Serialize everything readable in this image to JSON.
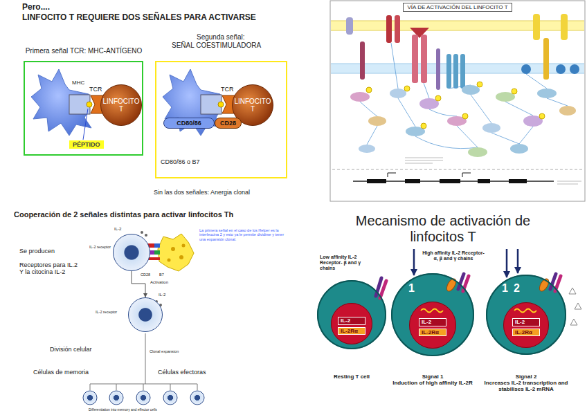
{
  "diagram": {
    "nodes": [
      {
        "text": [
          "Primera señal TCR: MHC-ANTÍGENO"
        ]
      },
      {
        "text": [
          "LINFOCITO T"
        ],
        "in": 0
      },
      {
        "text": [
          "PÉPTIDO"
        ],
        "in": 0
      },
      {
        "text": [
          "Segunda señal:",
          "SEÑAL COESTIMULADORA",
          "CD80/86 o B7"
        ]
      },
      {
        "text": [
          "LINFOCITO T"
        ],
        "in": 3
      },
      {
        "text": [
          "CD80/86"
        ],
        "in": 3
      },
      {
        "text": [
          "CD28"
        ],
        "in": 3
      },
      {
        "text": [
          "VÍA DE ACTIVACIÓN DEL LINFOCITO T"
        ]
      },
      {
        "text": [
          "IL-2",
          "IL-2 receptor"
        ]
      },
      {
        "text": [
          "IL-2",
          "IL-2 receptor"
        ]
      },
      {
        "text": [
          "Resting T cell"
        ]
      },
      {
        "text": [
          "IL-2",
          "IL-2Rα"
        ],
        "in": 10
      },
      {
        "text": [
          "Signal 1",
          "Induction of high affinity IL-2R"
        ]
      },
      {
        "text": [
          "IL-2",
          "IL-2Rα"
        ],
        "in": 12
      },
      {
        "text": [
          "Signal 2",
          "Increases IL-2 transcription and stabilises IL-2 mRNA"
        ]
      },
      {
        "text": [
          "IL-2",
          "IL-2Rα"
        ],
        "in": 14
      }
    ],
    "edges": [
      {
        "from": 8,
        "to": 9,
        "arrow": "to",
        "label": "Activation"
      }
    ],
    "labels": [
      "Pero....",
      "LINFOCITO T REQUIERE DOS SEÑALES PARA ACTIVARSE",
      "MHC",
      "TCR",
      "TCR",
      "Sin las dos señales: Anergia clonal",
      "Cooperación de 2 señales distintas para activar linfocitos Th",
      "Se producen",
      "Receptores para IL.2 Y la citocina IL-2",
      "La primera señal en el caso de los Helper es la interleucina 2 y esto ya le permite dividirse y tener una expansión clonal.",
      "CD28",
      "B7",
      "División celular",
      "Clonal expansion",
      "Células de memoria",
      "Células efectoras",
      "Differentiation into memory and effector cells",
      "Mecanismo de activación de linfocitos T",
      "Low affinity IL-2 Receptor- β and γ chains",
      "High affinity IL-2 Receptor- α, β and γ chains",
      "1",
      "1",
      "2"
    ]
  }
}
